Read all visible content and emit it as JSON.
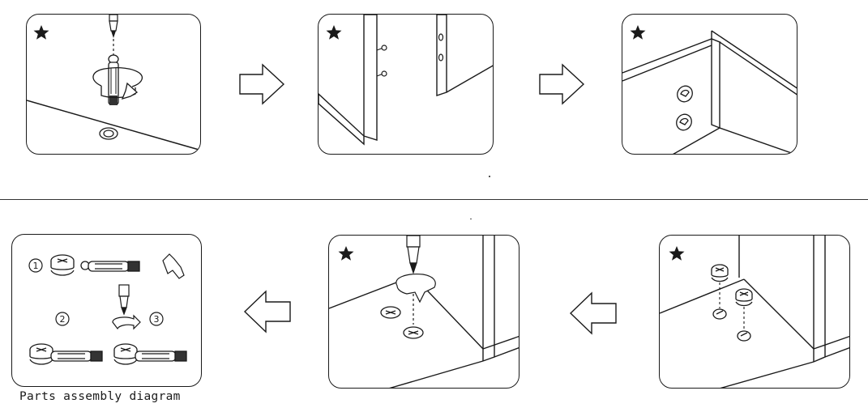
{
  "caption": "Parts assembly diagram",
  "steps": {
    "one": "1",
    "two": "2",
    "three": "3"
  },
  "icons": {
    "key_step_marker": "star-icon",
    "flow_arrow_right": "arrow-right-icon",
    "flow_arrow_left": "arrow-left-icon"
  },
  "colors": {
    "line": "#1a1a1a",
    "background": "#ffffff"
  }
}
